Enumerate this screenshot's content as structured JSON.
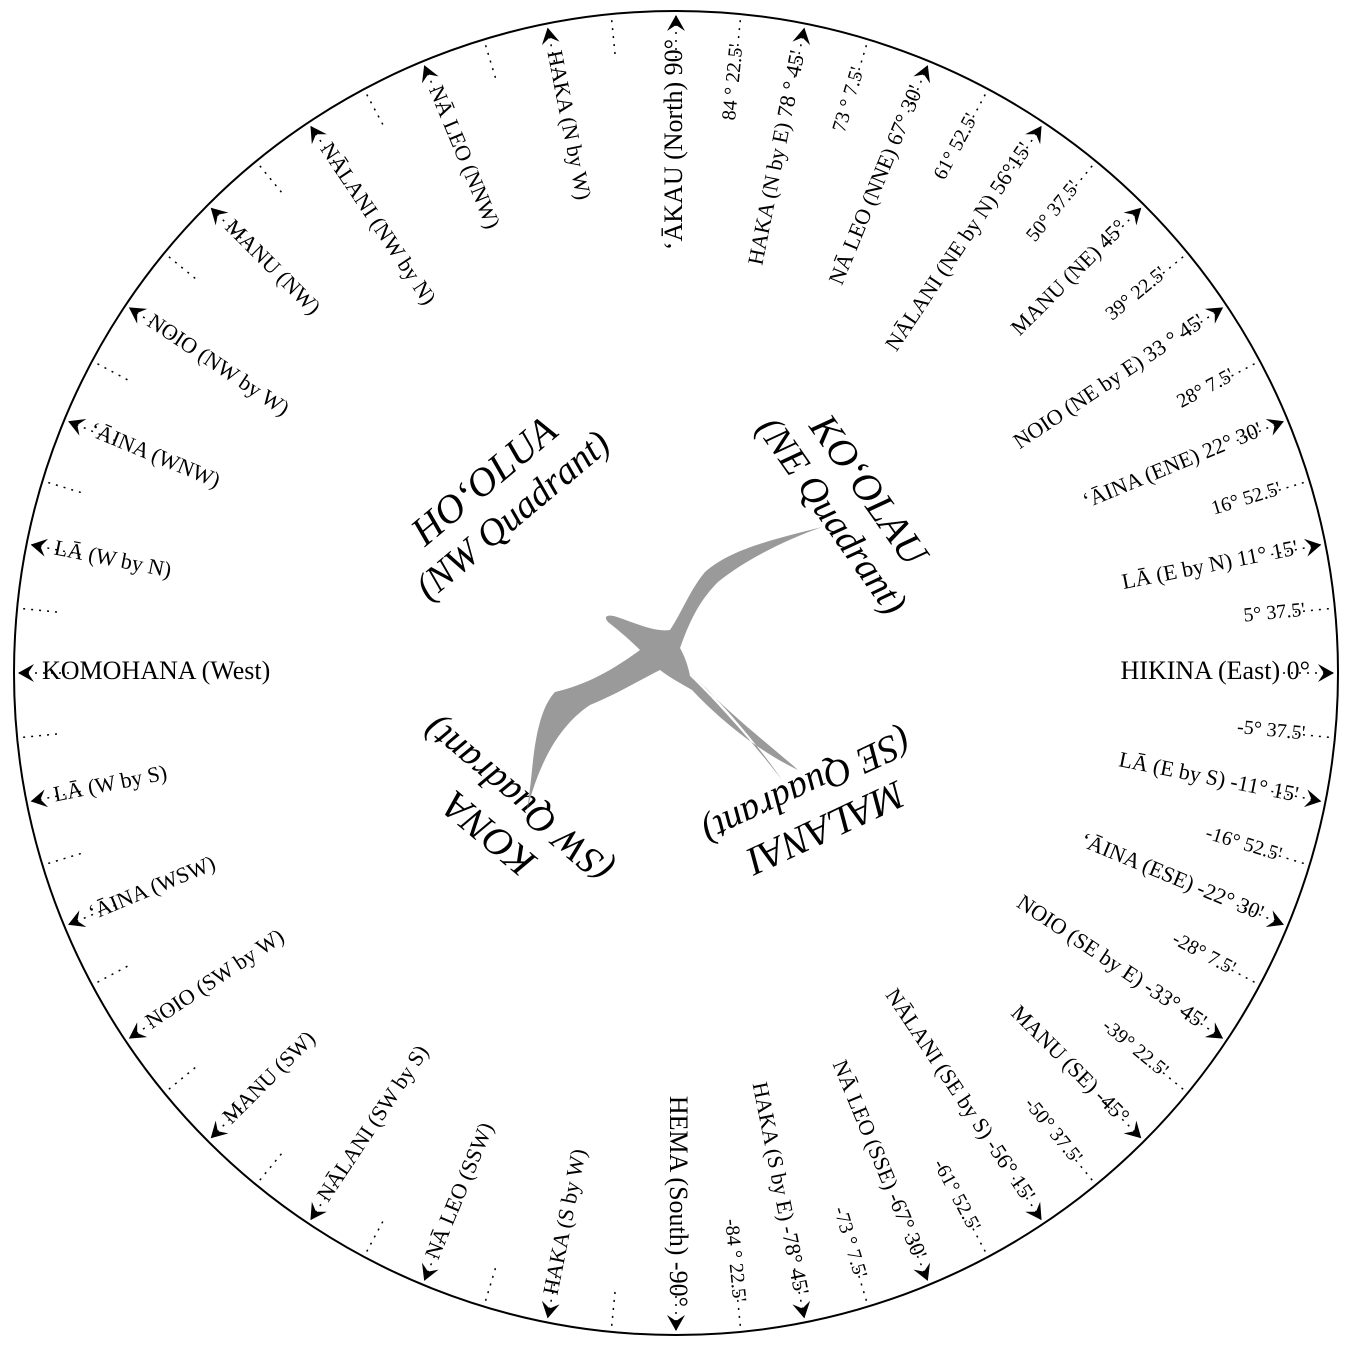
{
  "cardinals": {
    "north": "ʻĀKAU (North) 90°",
    "south": "HEMA (South) -90°",
    "east": "HIKINA (East) 0°",
    "west": "KOMOHANA (West)"
  },
  "houses": {
    "ne": [
      "HAKA (N by E)",
      "NĀ LEO (NNE)",
      "NĀLANI (NE by N)",
      "MANU (NE)",
      "NOIO (NE by E)",
      "ʻĀINA (ENE)",
      "LĀ (E by N)"
    ],
    "nw": [
      "HAKA (N by W)",
      "NĀ LEO (NNW)",
      "NĀLANI (NW by N)",
      "MANU (NW)",
      "NOIO (NW by W)",
      "ʻĀINA (WNW)",
      "LĀ (W by N)"
    ],
    "se": [
      "LĀ (E by S)",
      "ʻĀINA (ESE)",
      "NOIO (SE by E)",
      "MANU (SE)",
      "NĀLANI (SE by S)",
      "NĀ LEO (SSE)",
      "HAKA (S by E)"
    ],
    "sw": [
      "LĀ (W by S)",
      "ʻĀINA (WSW)",
      "NOIO (SW by W)",
      "MANU (SW)",
      "NĀLANI (SW by S)",
      "NĀ LEO (SSW)",
      "HAKA (S by W)"
    ]
  },
  "degrees": {
    "ne_house": [
      "78 ° 45'",
      "67° 30'",
      "56°15'",
      "45°",
      "33 ° 45'",
      "22° 30'",
      "11° 15'"
    ],
    "ne_between": [
      "84 ° 22.5'",
      "73 ° 7.5'",
      "61° 52.5'",
      "50° 37.5'",
      "39° 22.5'",
      "28° 7.5'",
      "16° 52.5'",
      "5° 37.5'"
    ],
    "se_house": [
      "-11° 15'",
      "-22° 30'",
      "-33° 45'",
      "-45°",
      "-56° 15'",
      "-67° 30'",
      "-78° 45'"
    ],
    "se_between": [
      "-5° 37.5'",
      "-16° 52.5'",
      "-28° 7.5'",
      "-39° 22.5'",
      "-50° 37.5'",
      "-61° 52.5'",
      "-73 ° 7.5'",
      "-84 ° 22.5'"
    ]
  },
  "quadrants": {
    "ne": {
      "name": "KOʻOLAU",
      "sub": "(NE Quadrant)"
    },
    "nw": {
      "name": "HOʻOLUA",
      "sub": "(NW Quadrant)"
    },
    "sw": {
      "name": "KONA",
      "sub": "(SW Quadrant)"
    },
    "se": {
      "name": "MALANAI",
      "sub": "(SE Quadrant)"
    }
  },
  "colors": {
    "line": "#000000",
    "bird": "#9a9a9a"
  },
  "center_icon": "frigate-bird-icon"
}
